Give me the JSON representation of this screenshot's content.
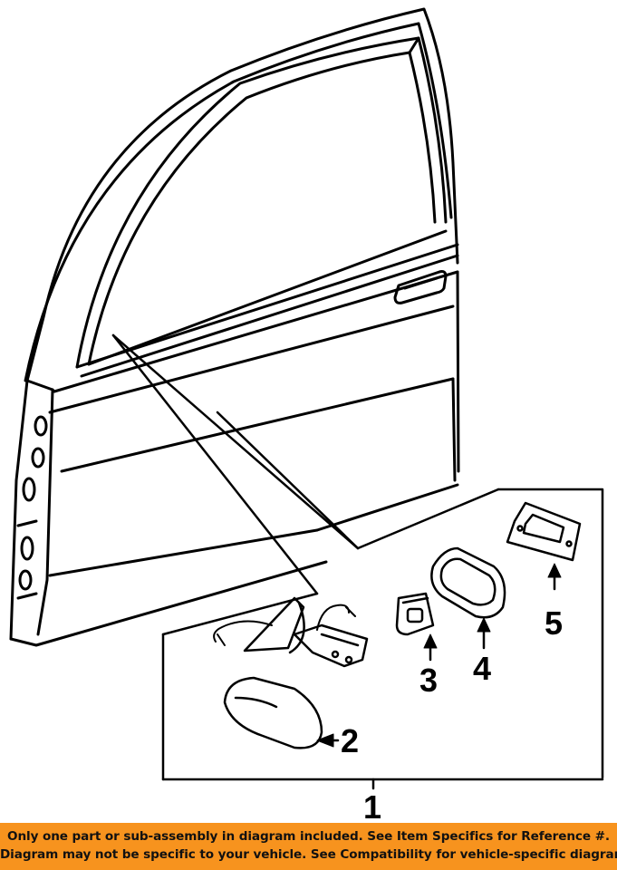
{
  "callouts": {
    "c1": "1",
    "c2": "2",
    "c3": "3",
    "c4": "4",
    "c5": "5"
  },
  "disclaimer": {
    "line1": "Only one part or sub-assembly in diagram included. See Item Specifics for Reference #.",
    "line2": "Diagram may not be specific to your vehicle. See Compatibility for vehicle-specific diagrams.",
    "color": "#f7931e"
  }
}
